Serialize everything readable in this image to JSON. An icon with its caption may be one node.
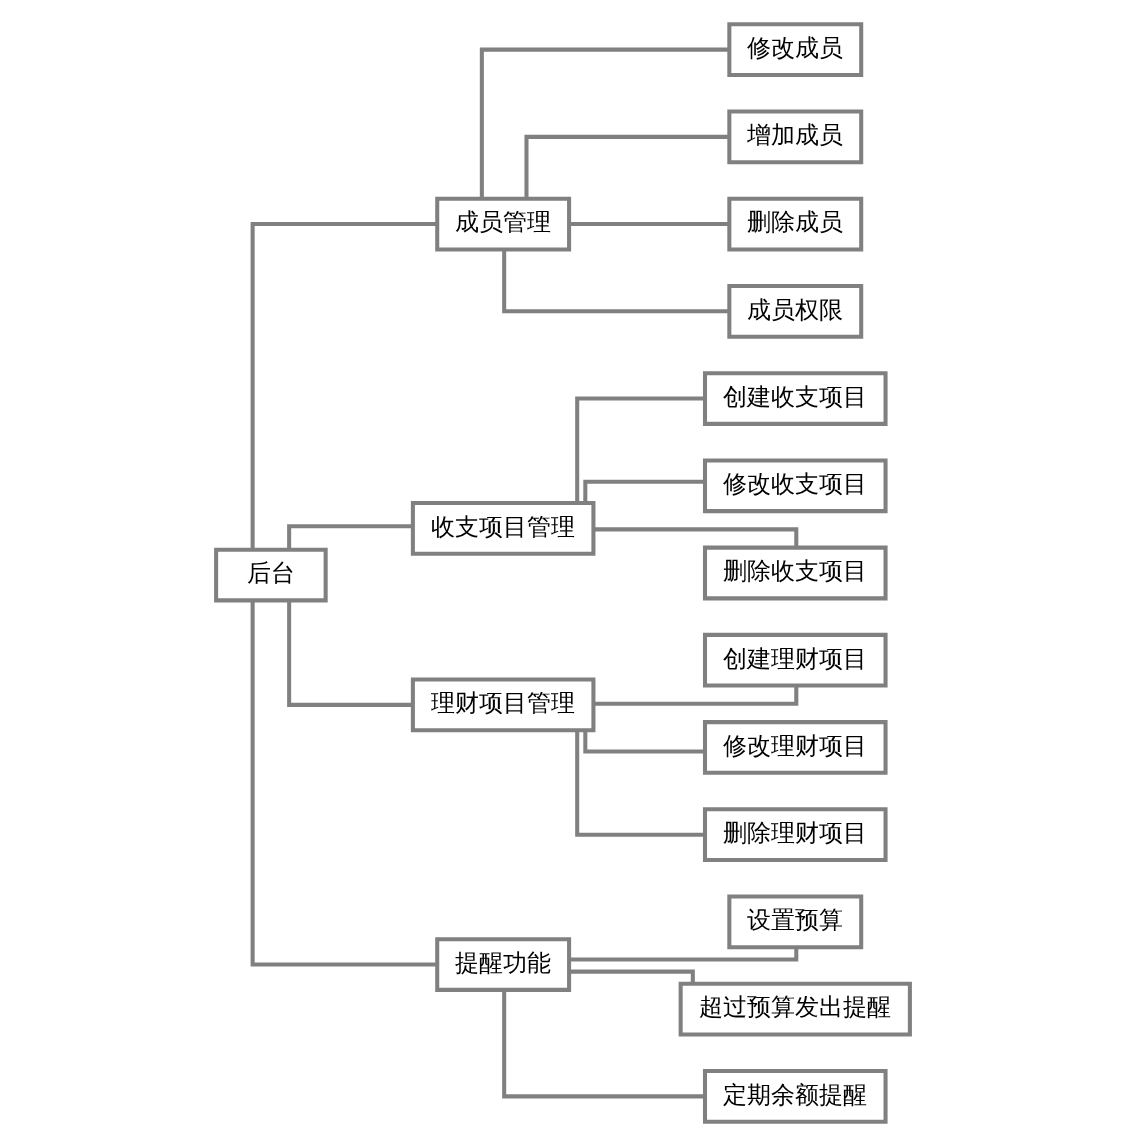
{
  "diagram": {
    "nodes": [
      {
        "text": [
          "后台"
        ]
      },
      {
        "text": [
          "成员管理"
        ]
      },
      {
        "text": [
          "收支项目管理"
        ]
      },
      {
        "text": [
          "理财项目管理"
        ]
      },
      {
        "text": [
          "提醒功能"
        ]
      },
      {
        "text": [
          "修改成员"
        ]
      },
      {
        "text": [
          "增加成员"
        ]
      },
      {
        "text": [
          "删除成员"
        ]
      },
      {
        "text": [
          "成员权限"
        ]
      },
      {
        "text": [
          "创建收支项目"
        ]
      },
      {
        "text": [
          "修改收支项目"
        ]
      },
      {
        "text": [
          "删除收支项目"
        ]
      },
      {
        "text": [
          "创建理财项目"
        ]
      },
      {
        "text": [
          "修改理财项目"
        ]
      },
      {
        "text": [
          "删除理财项目"
        ]
      },
      {
        "text": [
          "设置预算"
        ]
      },
      {
        "text": [
          "超过预算发出提醒"
        ]
      },
      {
        "text": [
          "定期余额提醒"
        ]
      }
    ],
    "edges": [
      {
        "from": 0,
        "to": 1,
        "arrow": "none"
      },
      {
        "from": 0,
        "to": 2,
        "arrow": "none"
      },
      {
        "from": 0,
        "to": 3,
        "arrow": "none"
      },
      {
        "from": 0,
        "to": 4,
        "arrow": "none"
      },
      {
        "from": 1,
        "to": 5,
        "arrow": "none"
      },
      {
        "from": 1,
        "to": 6,
        "arrow": "none"
      },
      {
        "from": 1,
        "to": 7,
        "arrow": "none"
      },
      {
        "from": 1,
        "to": 8,
        "arrow": "none"
      },
      {
        "from": 2,
        "to": 9,
        "arrow": "none"
      },
      {
        "from": 2,
        "to": 10,
        "arrow": "none"
      },
      {
        "from": 2,
        "to": 11,
        "arrow": "none"
      },
      {
        "from": 3,
        "to": 12,
        "arrow": "none"
      },
      {
        "from": 3,
        "to": 13,
        "arrow": "none"
      },
      {
        "from": 3,
        "to": 14,
        "arrow": "none"
      },
      {
        "from": 4,
        "to": 15,
        "arrow": "none"
      },
      {
        "from": 4,
        "to": 16,
        "arrow": "none"
      },
      {
        "from": 4,
        "to": 17,
        "arrow": "none"
      }
    ]
  }
}
